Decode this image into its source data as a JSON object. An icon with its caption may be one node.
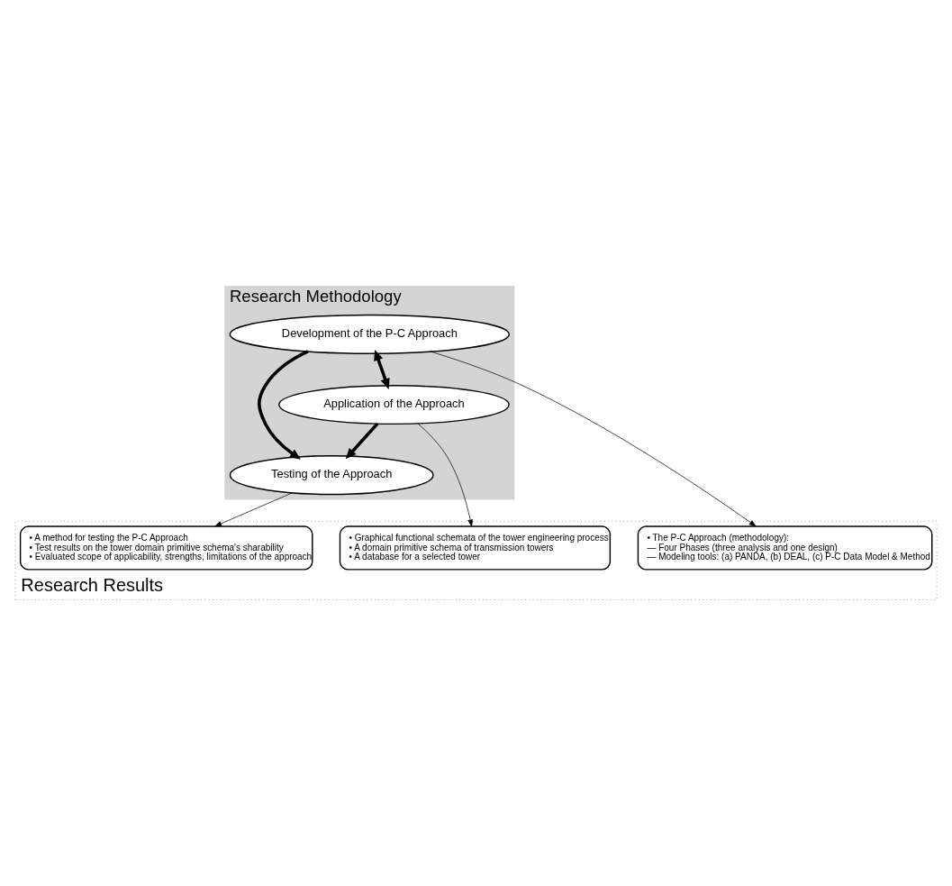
{
  "diagram": {
    "nodes": [
      {
        "text": [
          "Research Methodology"
        ]
      },
      {
        "text": [
          "Development of the P-C Approach"
        ],
        "in": 0
      },
      {
        "text": [
          "Testing of the Approach"
        ],
        "in": 0
      },
      {
        "text": [
          "Application of the Approach"
        ],
        "in": 0
      },
      {
        "text": [
          "Research Results"
        ]
      },
      {
        "text": [
          "• The P-C Approach (methodology):",
          "— Four Phases (three analysis and one design)",
          "— Modeling tools: (a) PANDA, (b) DEAL, (c) P-C Data Model & Method"
        ],
        "in": 4
      },
      {
        "text": [
          "• Graphical functional schemata of the tower engineering process",
          "• A domain primitive schema of transmission towers",
          "• A database for a selected tower"
        ],
        "in": 4
      },
      {
        "text": [
          "• A method for testing the P-C Approach",
          "• Test results on the tower domain primitive schema's sharability",
          "• Evaluated scope of applicability, strengths, limitations of the approach"
        ],
        "in": 4
      }
    ],
    "edges": [
      {
        "from": 1,
        "to": 2,
        "arrow": "to",
        "style": "thick"
      },
      {
        "from": 1,
        "to": 3,
        "arrow": "both",
        "style": "thick"
      },
      {
        "from": 3,
        "to": 2,
        "arrow": "to",
        "style": "thick"
      },
      {
        "from": 1,
        "to": 5,
        "arrow": "to"
      },
      {
        "from": 3,
        "to": 6,
        "arrow": "to"
      },
      {
        "from": 2,
        "to": 7,
        "arrow": "to"
      }
    ]
  }
}
